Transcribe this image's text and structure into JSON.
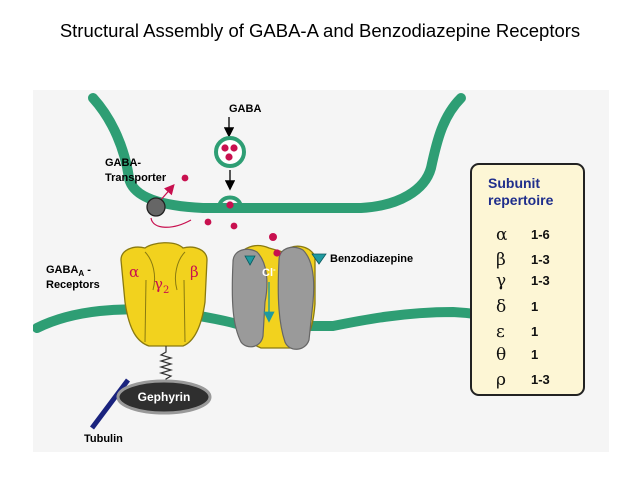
{
  "title": "Structural Assembly of GABA-A and Benzodiazepine Receptors",
  "labels": {
    "gaba": "GABA",
    "transporter_line1": "GABA-",
    "transporter_line2": "Transporter",
    "receptors_main": "GABA",
    "receptors_sub": "A",
    "receptors_suffix": " -",
    "receptors_line2": "Receptors",
    "benzodiazepine": "Benzodiazepine",
    "chloride": "Cl",
    "chloride_charge": "-",
    "gephyrin": "Gephyrin",
    "tubulin": "Tubulin"
  },
  "receptor_subunits": {
    "alpha": "α",
    "gamma": "γ",
    "gamma_sub": "2",
    "beta": "β"
  },
  "subunit_repertoire": {
    "title_line1": "Subunit",
    "title_line2": "repertoire",
    "rows": [
      {
        "symbol": "α",
        "count": "1-6"
      },
      {
        "symbol": "β",
        "count": "1-3"
      },
      {
        "symbol": "γ",
        "count": "1-3"
      },
      {
        "symbol": "δ",
        "count": "1"
      },
      {
        "symbol": "ε",
        "count": "1"
      },
      {
        "symbol": "θ",
        "count": "1"
      },
      {
        "symbol": "ρ",
        "count": "1-3"
      }
    ]
  },
  "colors": {
    "membrane": "#2e9e74",
    "receptor_yellow": "#f2d21e",
    "receptor_outline": "#8a7a10",
    "receptor_gray": "#9a9a9a",
    "gaba_dot": "#c8104f",
    "subunit_text": "#c8104f",
    "benzodiazepine_marker": "#1f9aa0",
    "gephyrin_fill": "#2f2f2f",
    "tubulin_line": "#1a237e",
    "transporter_arrow": "#c8104f",
    "repertoire_title": "#1f2e8c",
    "repertoire_bg": "#fdf6d5"
  }
}
